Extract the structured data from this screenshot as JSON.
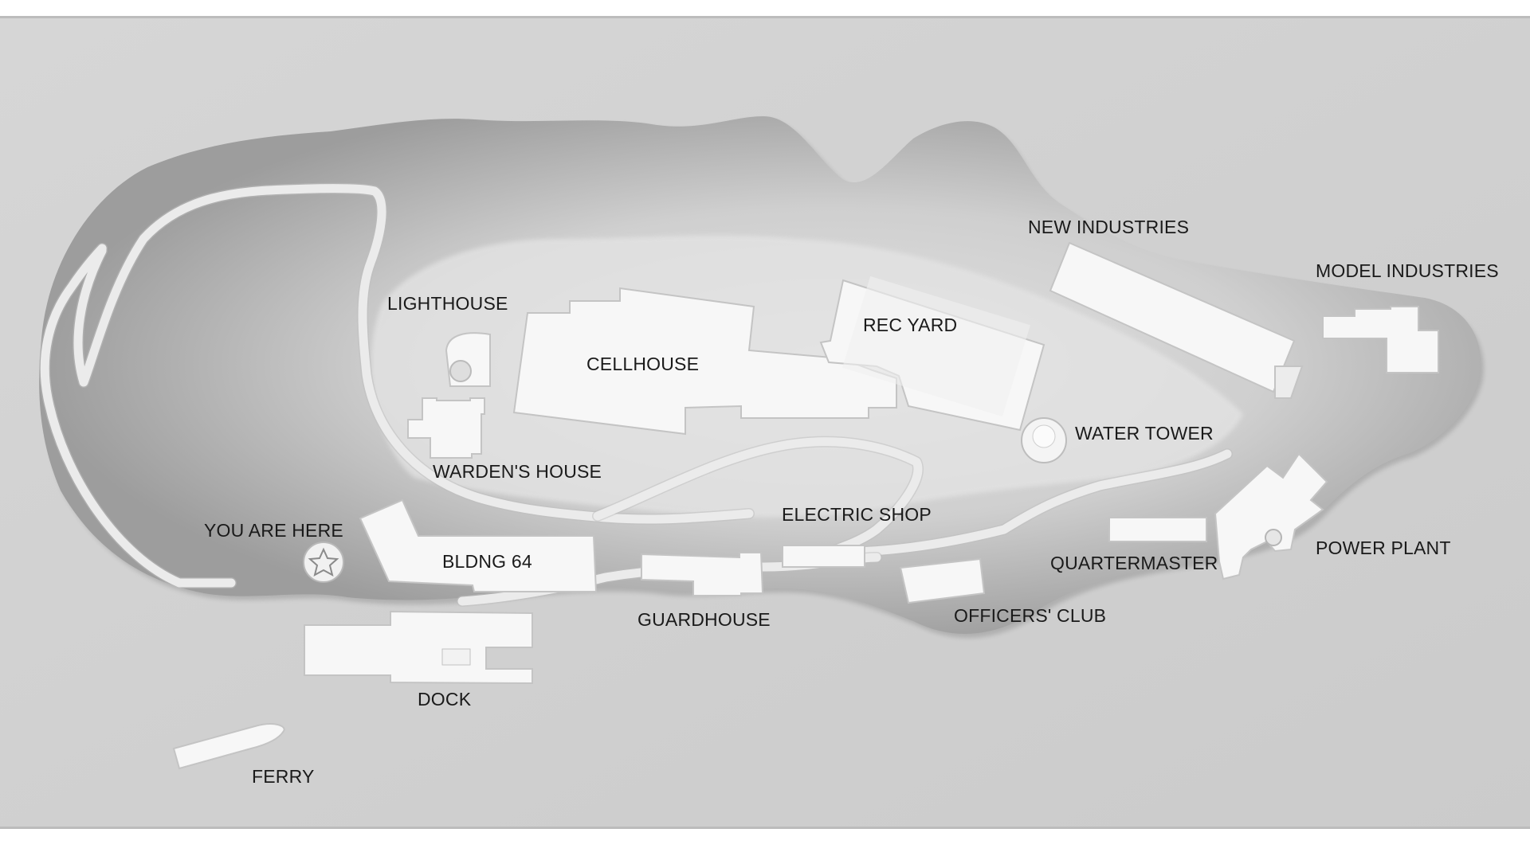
{
  "colors": {
    "water": "#d0d0d0",
    "land_dark": "#9a9a9a",
    "land_light": "#dadada",
    "building": "#f7f7f7",
    "road": "#ebebeb",
    "label": "#1a1a1a"
  },
  "markers": {
    "you_are_here_icon": "star-icon"
  },
  "labels": {
    "lighthouse": "LIGHTHOUSE",
    "cellhouse": "CELLHOUSE",
    "rec_yard": "REC YARD",
    "new_industries": "NEW INDUSTRIES",
    "model_industries": "MODEL INDUSTRIES",
    "water_tower": "WATER TOWER",
    "wardens_house": "WARDEN'S HOUSE",
    "electric_shop": "ELECTRIC SHOP",
    "you_are_here": "YOU ARE HERE",
    "bldng_64": "BLDNG 64",
    "guardhouse": "GUARDHOUSE",
    "quartermaster": "QUARTERMASTER",
    "power_plant": "POWER PLANT",
    "officers_club": "OFFICERS' CLUB",
    "dock": "DOCK",
    "ferry": "FERRY"
  }
}
